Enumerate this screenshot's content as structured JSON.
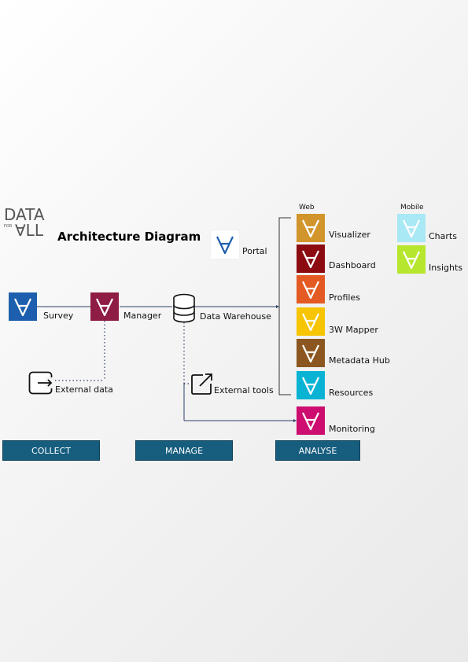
{
  "logo": {
    "line1": "DATA",
    "line2_small": "FOR",
    "line2": "∀LL"
  },
  "title": "Architecture Diagram",
  "portal": {
    "label": "Portal"
  },
  "collect": {
    "survey": "Survey",
    "external_data": "External data"
  },
  "manage": {
    "manager": "Manager",
    "data_warehouse": "Data Warehouse",
    "external_tools": "External tools"
  },
  "analyse": {
    "web_heading": "Web",
    "mobile_heading": "Mobile",
    "web_apps": [
      {
        "label": "Visualizer",
        "color": "#d1952b"
      },
      {
        "label": "Dashboard",
        "color": "#8b0b10"
      },
      {
        "label": "Profiles",
        "color": "#e35a23"
      },
      {
        "label": "3W Mapper",
        "color": "#f6c400"
      },
      {
        "label": "Metadata Hub",
        "color": "#8b561f"
      },
      {
        "label": "Resources",
        "color": "#0ab3d4"
      }
    ],
    "monitoring": {
      "label": "Monitoring",
      "color": "#cd0d6f"
    },
    "mobile_apps": [
      {
        "label": "Charts",
        "color": "#a9e8f5"
      },
      {
        "label": "Insights",
        "color": "#b6e62d"
      }
    ]
  },
  "phases": [
    "COLLECT",
    "MANAGE",
    "ANALYSE"
  ],
  "colors": {
    "survey": "#1d5fae",
    "manager": "#8e1c45",
    "portal": "#ffffff",
    "phase_bar": "#165d7e",
    "line": "#2c3e66"
  },
  "icons": {
    "app_tile": "forall-icon",
    "data_warehouse": "database-icon",
    "external_data": "import-icon",
    "external_tools": "external-link-icon"
  }
}
